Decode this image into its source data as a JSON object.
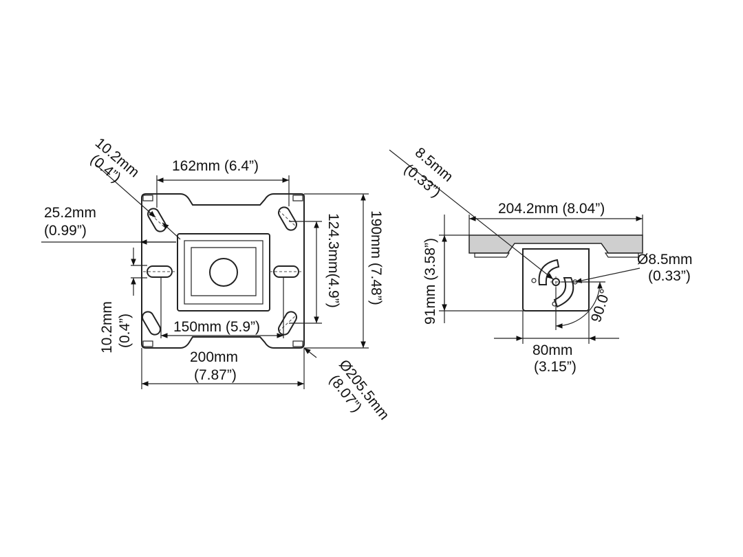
{
  "front_view": {
    "slot_width": "10.2mm",
    "slot_width_in": "(0.4”)",
    "top_slot_spacing": "162mm (6.4”)",
    "offset": "25.2mm",
    "offset_in": "(0.99”)",
    "height_inner": "124.3mm(4.9”)",
    "height_total": "190mm  (7.48”)",
    "slot_width_side": "10.2mm",
    "slot_width_side_in": "(0.4”)",
    "bottom_slot_spacing": "150mm (5.9”)",
    "width_total": "200mm",
    "width_total_in": "(7.87”)",
    "diagonal": "Ø205.5mm",
    "diagonal_in": "(8.07”)"
  },
  "side_view": {
    "hole_top": "8.5mm",
    "hole_top_in": "(0.33”)",
    "plate_width": "204.2mm (8.04”)",
    "height": "91mm (3.58”)",
    "hole_dia": "Ø8.5mm",
    "hole_dia_in": "(0.33”)",
    "angle": "90.0°",
    "bracket_width": "80mm",
    "bracket_width_in": "(3.15”)"
  }
}
